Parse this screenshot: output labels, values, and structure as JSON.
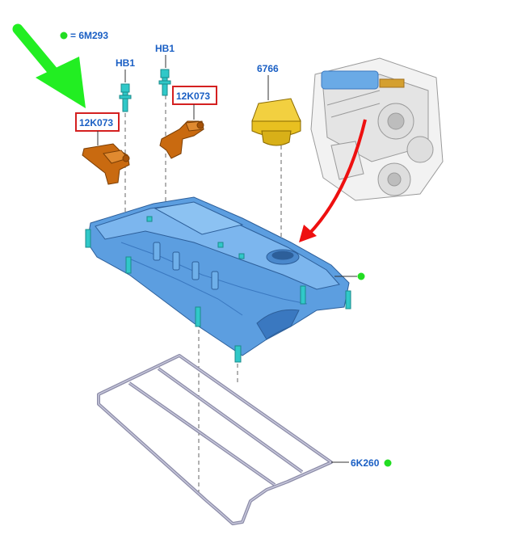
{
  "legend": {
    "marker_color": "#22dd22",
    "text": "= 6M293"
  },
  "labels": {
    "bolt_left": "HB1",
    "bolt_right": "HB1",
    "sensor_left": "12K073",
    "sensor_right": "12K073",
    "oil_cap": "6766",
    "gasket": "6K260"
  },
  "colors": {
    "label_text": "#1a5fc4",
    "highlight_box": "#d42020",
    "cover": "#5c9ee0",
    "cover_dark": "#3a78c0",
    "sensor": "#c96a10",
    "cap": "#e8c020",
    "bolt": "#30c8c8",
    "gasket": "#8c8ca8",
    "arrow_green": "#22ee22",
    "arrow_red": "#ee1010",
    "dot_green": "#22dd22"
  },
  "icons": [
    "green-pointer-arrow",
    "red-location-arrow",
    "engine-thumbnail"
  ]
}
